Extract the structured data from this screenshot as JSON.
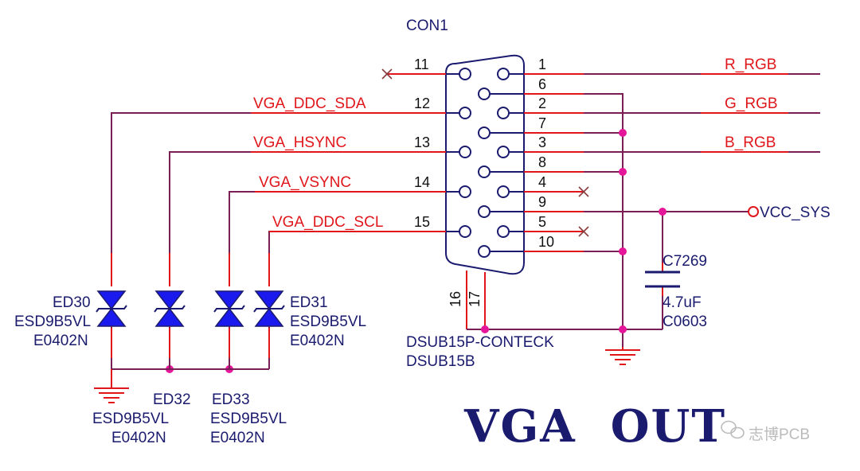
{
  "connector": {
    "ref": "CON1",
    "part": "DSUB15P-CONTECK",
    "footprint": "DSUB15B",
    "pins_left": [
      "11",
      "12",
      "13",
      "14",
      "15"
    ],
    "pins_right": [
      "1",
      "6",
      "2",
      "7",
      "3",
      "8",
      "4",
      "9",
      "5",
      "10"
    ],
    "pins_bottom": [
      "16",
      "17"
    ]
  },
  "nets": {
    "vga_ddc_sda": "VGA_DDC_SDA",
    "vga_hsync": "VGA_HSYNC",
    "vga_vsync": "VGA_VSYNC",
    "vga_ddc_scl": "VGA_DDC_SCL",
    "r_rgb": "R_RGB",
    "g_rgb": "G_RGB",
    "b_rgb": "B_RGB",
    "vcc_sys": "VCC_SYS"
  },
  "capacitor": {
    "ref": "C7269",
    "value": "4.7uF",
    "package": "C0603"
  },
  "esd": {
    "ed30": {
      "ref": "ED30",
      "part": "ESD9B5VL",
      "package": "E0402N"
    },
    "ed31": {
      "ref": "ED31",
      "part": "ESD9B5VL",
      "package": "E0402N"
    },
    "ed32": {
      "ref": "ED32",
      "part": "ESD9B5VL",
      "package": "E0402N"
    },
    "ed33": {
      "ref": "ED33",
      "part": "ESD9B5VL",
      "package": "E0402N"
    }
  },
  "title": "VGA  OUT",
  "watermark": "志博PCB",
  "colors": {
    "wire": "#7a1f55",
    "pin_stub": "#e0161b",
    "symbol": "#1a1a6e",
    "junction": "#e6169a",
    "diode_fill": "#1a1aee"
  }
}
